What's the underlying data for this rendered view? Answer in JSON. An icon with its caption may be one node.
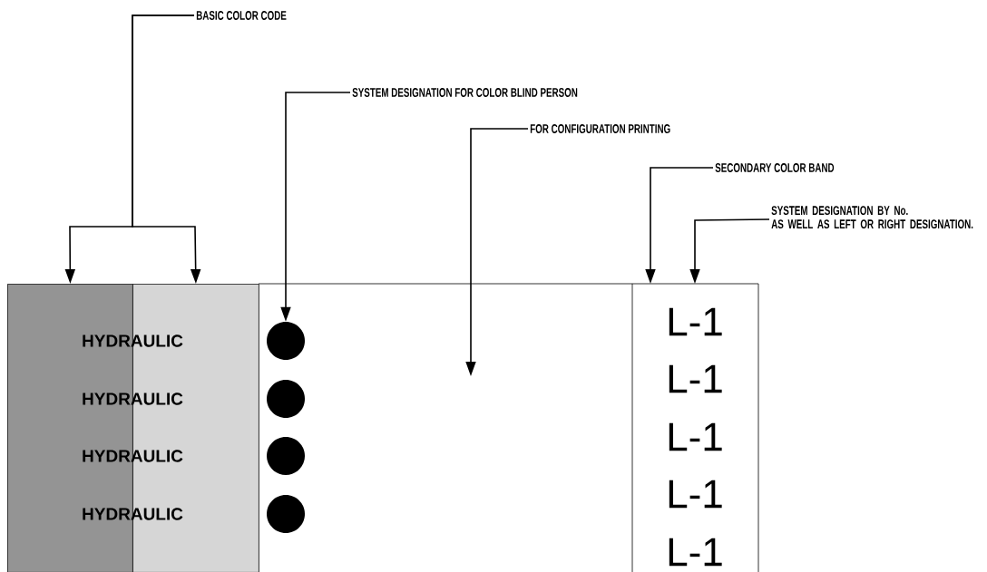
{
  "diagram": {
    "nodes": [
      {
        "text": [
          "BASIC COLOR CODE"
        ]
      },
      {
        "text": [
          "SYSTEM DESIGNATION FOR COLOR BLIND PERSON"
        ]
      },
      {
        "text": [
          "FOR CONFIGURATION PRINTING"
        ]
      },
      {
        "text": [
          "SECONDARY COLOR BAND"
        ]
      },
      {
        "text": [
          "SYSTEM DESIGNATION BY No.",
          "AS WELL AS LEFT OR RIGHT DESIGNATION."
        ]
      },
      {
        "text": [],
        "shape": "bar"
      },
      {
        "text": [],
        "shape": "bar"
      },
      {
        "text": [],
        "shape": "circle"
      },
      {
        "text": [],
        "shape": "circle"
      },
      {
        "text": [],
        "shape": "circle"
      },
      {
        "text": [],
        "shape": "circle"
      },
      {
        "text": [
          "L-1",
          "L-1",
          "L-1",
          "L-1",
          "L-1"
        ]
      }
    ],
    "edges": [
      {
        "from": 0,
        "to": 5,
        "arrow": "to"
      },
      {
        "from": 0,
        "to": 6,
        "arrow": "to"
      },
      {
        "from": 1,
        "to": 7,
        "arrow": "to"
      },
      {
        "from": 2,
        "to": null,
        "arrow": "to"
      },
      {
        "from": 3,
        "to": 11,
        "arrow": "to"
      },
      {
        "from": 4,
        "to": 11,
        "arrow": "to"
      }
    ],
    "labels": [
      "HYDRAULIC",
      "HYDRAULIC",
      "HYDRAULIC",
      "HYDRAULIC"
    ]
  }
}
